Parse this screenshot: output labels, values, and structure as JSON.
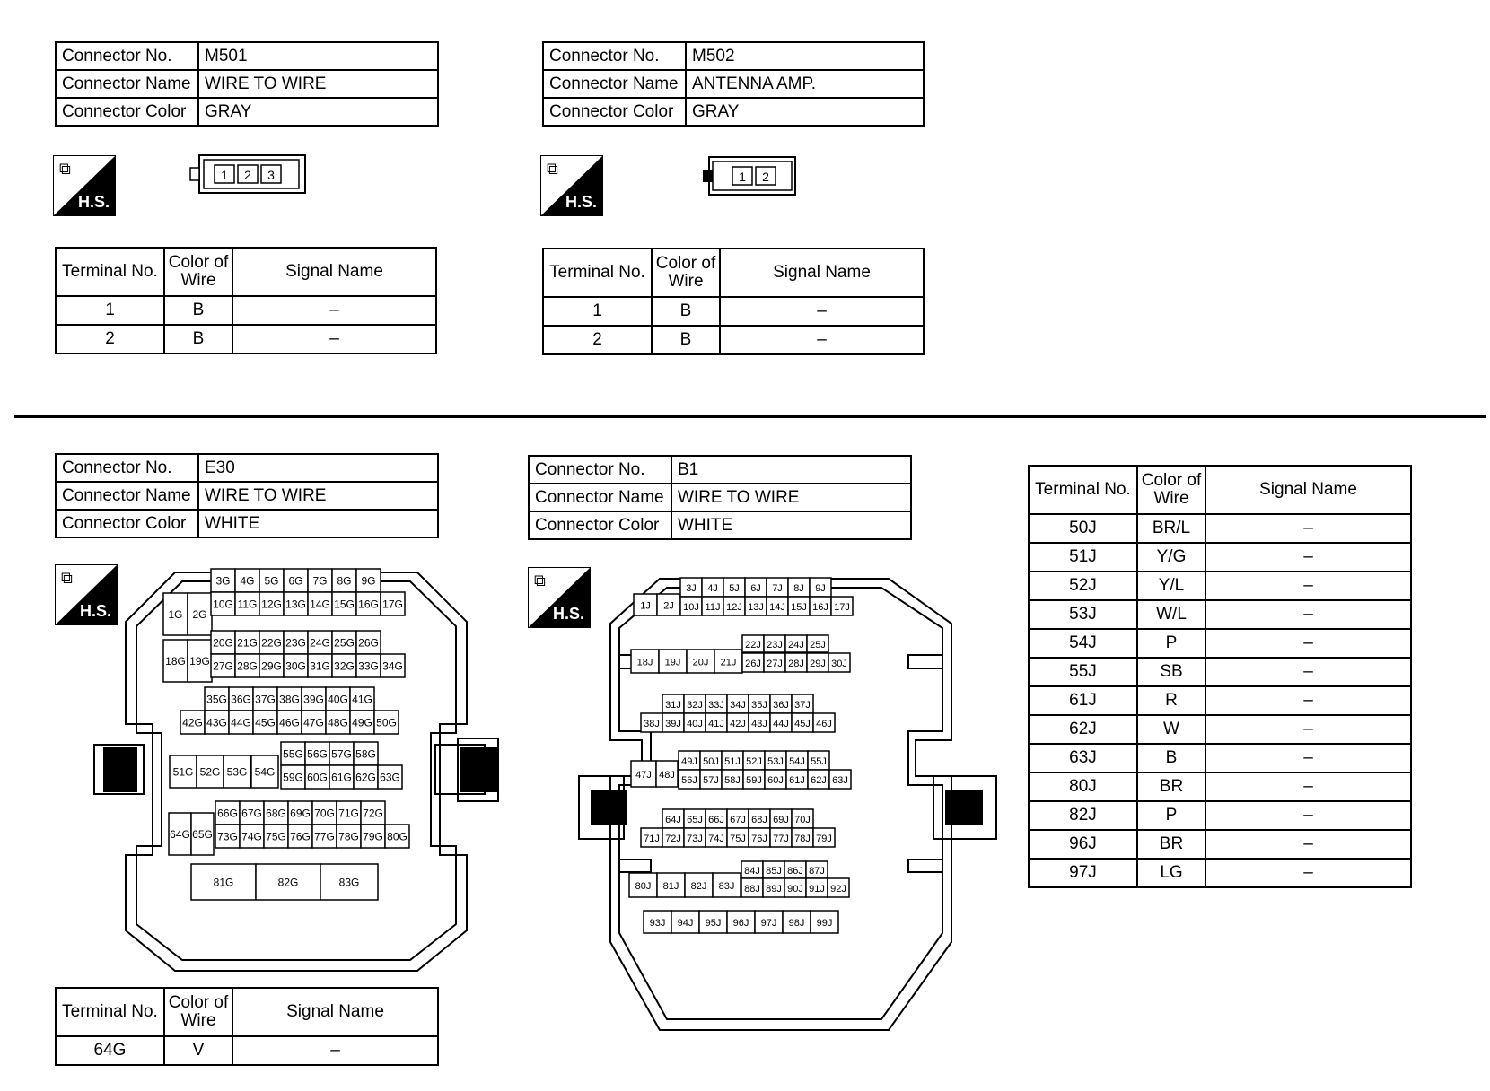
{
  "labels": {
    "connector_no": "Connector No.",
    "connector_name": "Connector Name",
    "connector_color": "Connector Color",
    "terminal_no": "Terminal No.",
    "color_of_wire": "Color of Wire",
    "signal_name": "Signal Name",
    "hs": "H.S."
  },
  "m501": {
    "no": "M501",
    "name": "WIRE TO WIRE",
    "color": "GRAY",
    "face": [
      "1",
      "2",
      "3"
    ],
    "rows": [
      {
        "t": "1",
        "c": "B",
        "s": "–"
      },
      {
        "t": "2",
        "c": "B",
        "s": "–"
      }
    ]
  },
  "m502": {
    "no": "M502",
    "name": "ANTENNA AMP.",
    "color": "GRAY",
    "face": [
      "1",
      "2"
    ],
    "rows": [
      {
        "t": "1",
        "c": "B",
        "s": "–"
      },
      {
        "t": "2",
        "c": "B",
        "s": "–"
      }
    ]
  },
  "e30": {
    "no": "E30",
    "name": "WIRE TO WIRE",
    "color": "WHITE",
    "rows": [
      {
        "t": "64G",
        "c": "V",
        "s": "–"
      }
    ]
  },
  "b1": {
    "no": "B1",
    "name": "WIRE TO WIRE",
    "color": "WHITE",
    "rows": [
      {
        "t": "50J",
        "c": "BR/L",
        "s": "–"
      },
      {
        "t": "51J",
        "c": "Y/G",
        "s": "–"
      },
      {
        "t": "52J",
        "c": "Y/L",
        "s": "–"
      },
      {
        "t": "53J",
        "c": "W/L",
        "s": "–"
      },
      {
        "t": "54J",
        "c": "P",
        "s": "–"
      },
      {
        "t": "55J",
        "c": "SB",
        "s": "–"
      },
      {
        "t": "61J",
        "c": "R",
        "s": "–"
      },
      {
        "t": "62J",
        "c": "W",
        "s": "–"
      },
      {
        "t": "63J",
        "c": "B",
        "s": "–"
      },
      {
        "t": "80J",
        "c": "BR",
        "s": "–"
      },
      {
        "t": "82J",
        "c": "P",
        "s": "–"
      },
      {
        "t": "96J",
        "c": "BR",
        "s": "–"
      },
      {
        "t": "97J",
        "c": "LG",
        "s": "–"
      }
    ]
  },
  "e30_face": {
    "pins": [
      "1G",
      "2G",
      "3G",
      "4G",
      "5G",
      "6G",
      "7G",
      "8G",
      "9G",
      "10G",
      "11G",
      "12G",
      "13G",
      "14G",
      "15G",
      "16G",
      "17G",
      "18G",
      "19G",
      "20G",
      "21G",
      "22G",
      "23G",
      "24G",
      "25G",
      "26G",
      "27G",
      "28G",
      "29G",
      "30G",
      "31G",
      "32G",
      "33G",
      "34G",
      "35G",
      "36G",
      "37G",
      "38G",
      "39G",
      "40G",
      "41G",
      "42G",
      "43G",
      "44G",
      "45G",
      "46G",
      "47G",
      "48G",
      "49G",
      "50G",
      "51G",
      "52G",
      "53G",
      "54G",
      "55G",
      "56G",
      "57G",
      "58G",
      "59G",
      "60G",
      "61G",
      "62G",
      "63G",
      "64G",
      "65G",
      "66G",
      "67G",
      "68G",
      "69G",
      "70G",
      "71G",
      "72G",
      "73G",
      "74G",
      "75G",
      "76G",
      "77G",
      "78G",
      "79G",
      "80G",
      "81G",
      "82G",
      "83G"
    ]
  },
  "b1_face": {
    "pins": [
      "1J",
      "2J",
      "3J",
      "4J",
      "5J",
      "6J",
      "7J",
      "8J",
      "9J",
      "10J",
      "11J",
      "12J",
      "13J",
      "14J",
      "15J",
      "16J",
      "17J",
      "18J",
      "19J",
      "20J",
      "21J",
      "22J",
      "23J",
      "24J",
      "25J",
      "26J",
      "27J",
      "28J",
      "29J",
      "30J",
      "31J",
      "32J",
      "33J",
      "34J",
      "35J",
      "36J",
      "37J",
      "38J",
      "39J",
      "40J",
      "41J",
      "42J",
      "43J",
      "44J",
      "45J",
      "46J",
      "47J",
      "48J",
      "49J",
      "50J",
      "51J",
      "52J",
      "53J",
      "54J",
      "55J",
      "56J",
      "57J",
      "58J",
      "59J",
      "60J",
      "61J",
      "62J",
      "63J",
      "64J",
      "65J",
      "66J",
      "67J",
      "68J",
      "69J",
      "70J",
      "71J",
      "72J",
      "73J",
      "74J",
      "75J",
      "76J",
      "77J",
      "78J",
      "79J",
      "80J",
      "81J",
      "82J",
      "83J",
      "84J",
      "85J",
      "86J",
      "87J",
      "88J",
      "89J",
      "90J",
      "91J",
      "92J",
      "93J",
      "94J",
      "95J",
      "96J",
      "97J",
      "98J",
      "99J"
    ]
  }
}
